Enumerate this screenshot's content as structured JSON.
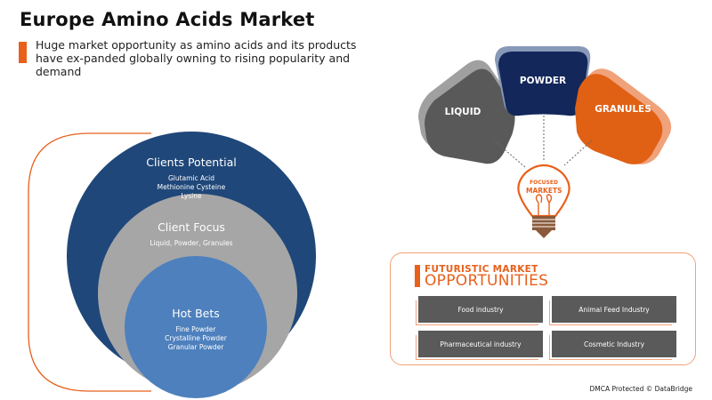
{
  "header": {
    "title": "Europe Amino Acids Market",
    "subtitle": "Huge market opportunity as amino acids and its products have ex-panded globally owning to rising popularity and demand"
  },
  "circles": {
    "outer": {
      "title": "Clients Potential",
      "items": [
        "Glutamic Acid",
        "Methionine Cysteine",
        "Lysine"
      ]
    },
    "middle": {
      "title": "Client Focus",
      "items": [
        "Liquid, Powder, Granules"
      ]
    },
    "inner": {
      "title": "Hot Bets",
      "items": [
        "Fine Powder",
        "Crystalline Powder",
        "Granular Powder"
      ]
    }
  },
  "forms": {
    "liquid": "LIQUID",
    "powder": "POWDER",
    "granules": "GRANULES"
  },
  "bulb": {
    "line1": "FOCUSED",
    "line2": "MARKETS"
  },
  "opportunities": {
    "title_line1": "FUTURISTIC MARKET",
    "title_line2": "OPPORTUNITIES",
    "items": [
      "Food industry",
      "Animal Feed Industry",
      "Pharmaceutical industry",
      "Cosmetic Industry"
    ]
  },
  "footer": {
    "text": "DMCA Protected © DataBridge"
  },
  "colors": {
    "accent": "#e8601c",
    "navy": "#1f4779",
    "gray": "#a6a6a6",
    "light_blue": "#4e80bd",
    "dark_gray": "#595959",
    "powder_navy": "#13275a"
  }
}
